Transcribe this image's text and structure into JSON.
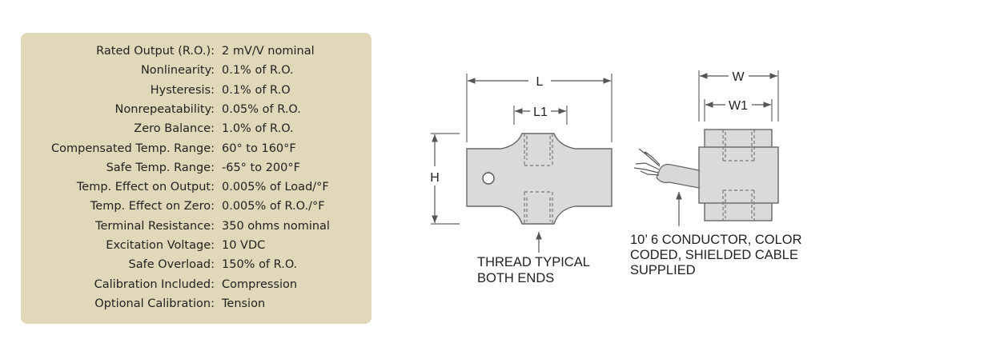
{
  "specs": [
    {
      "label": "Rated Output (R.O.):",
      "value": "2 mV/V nominal"
    },
    {
      "label": "Nonlinearity:",
      "value": "0.1% of R.O."
    },
    {
      "label": "Hysteresis:",
      "value": "0.1% of R.O"
    },
    {
      "label": "Nonrepeatability:",
      "value": "0.05% of R.O."
    },
    {
      "label": "Zero Balance:",
      "value": "1.0% of R.O."
    },
    {
      "label": "Compensated Temp. Range:",
      "value": "60° to 160°F"
    },
    {
      "label": "Safe Temp. Range:",
      "value": "-65° to 200°F"
    },
    {
      "label": "Temp. Effect on Output:",
      "value": "0.005% of Load/°F"
    },
    {
      "label": "Temp. Effect on Zero:",
      "value": "0.005% of R.O./°F"
    },
    {
      "label": "Terminal Resistance:",
      "value": "350 ohms nominal"
    },
    {
      "label": "Excitation Voltage:",
      "value": "10 VDC"
    },
    {
      "label": "Safe Overload:",
      "value": "150% of R.O."
    },
    {
      "label": "Calibration Included:",
      "value": "Compression"
    },
    {
      "label": "Optional Calibration:",
      "value": "Tension"
    }
  ],
  "drawing": {
    "dim_L": "L",
    "dim_L1": "L1",
    "dim_H": "H",
    "dim_W": "W",
    "dim_W1": "W1",
    "thread_note_line1": "THREAD TYPICAL",
    "thread_note_line2": "BOTH ENDS",
    "cable_note_line1": "10’ 6 CONDUCTOR, COLOR",
    "cable_note_line2": "CODED, SHIELDED CABLE",
    "cable_note_line3": "SUPPLIED"
  }
}
